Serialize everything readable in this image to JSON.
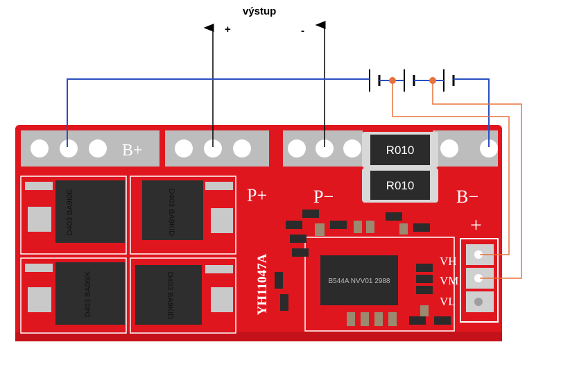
{
  "diagram": {
    "title": "výstup",
    "output_plus": "+",
    "output_minus": "-"
  },
  "board": {
    "model_label": "YH11047A",
    "pad_labels": {
      "b_plus": "B+",
      "p_plus": "P+",
      "p_minus": "P−",
      "b_minus": "B−",
      "connector_plus": "+",
      "vh": "VH",
      "vm": "VM",
      "vl": "VL"
    },
    "resistors": [
      "R010",
      "R010"
    ],
    "mosfet_labels": [
      "D403 BA9I0E",
      "D403 BA9KID",
      "D403 BA06IK",
      "D403 BA9KID"
    ],
    "ic_label": "B544A NVV01 2988"
  },
  "colors": {
    "pcb": "#e0161f",
    "silkscreen": "#ffffff",
    "pad": "#bdbdbd",
    "wire_blue": "#2a4fc2",
    "wire_orange": "#e8733a",
    "arrow": "#000000"
  }
}
